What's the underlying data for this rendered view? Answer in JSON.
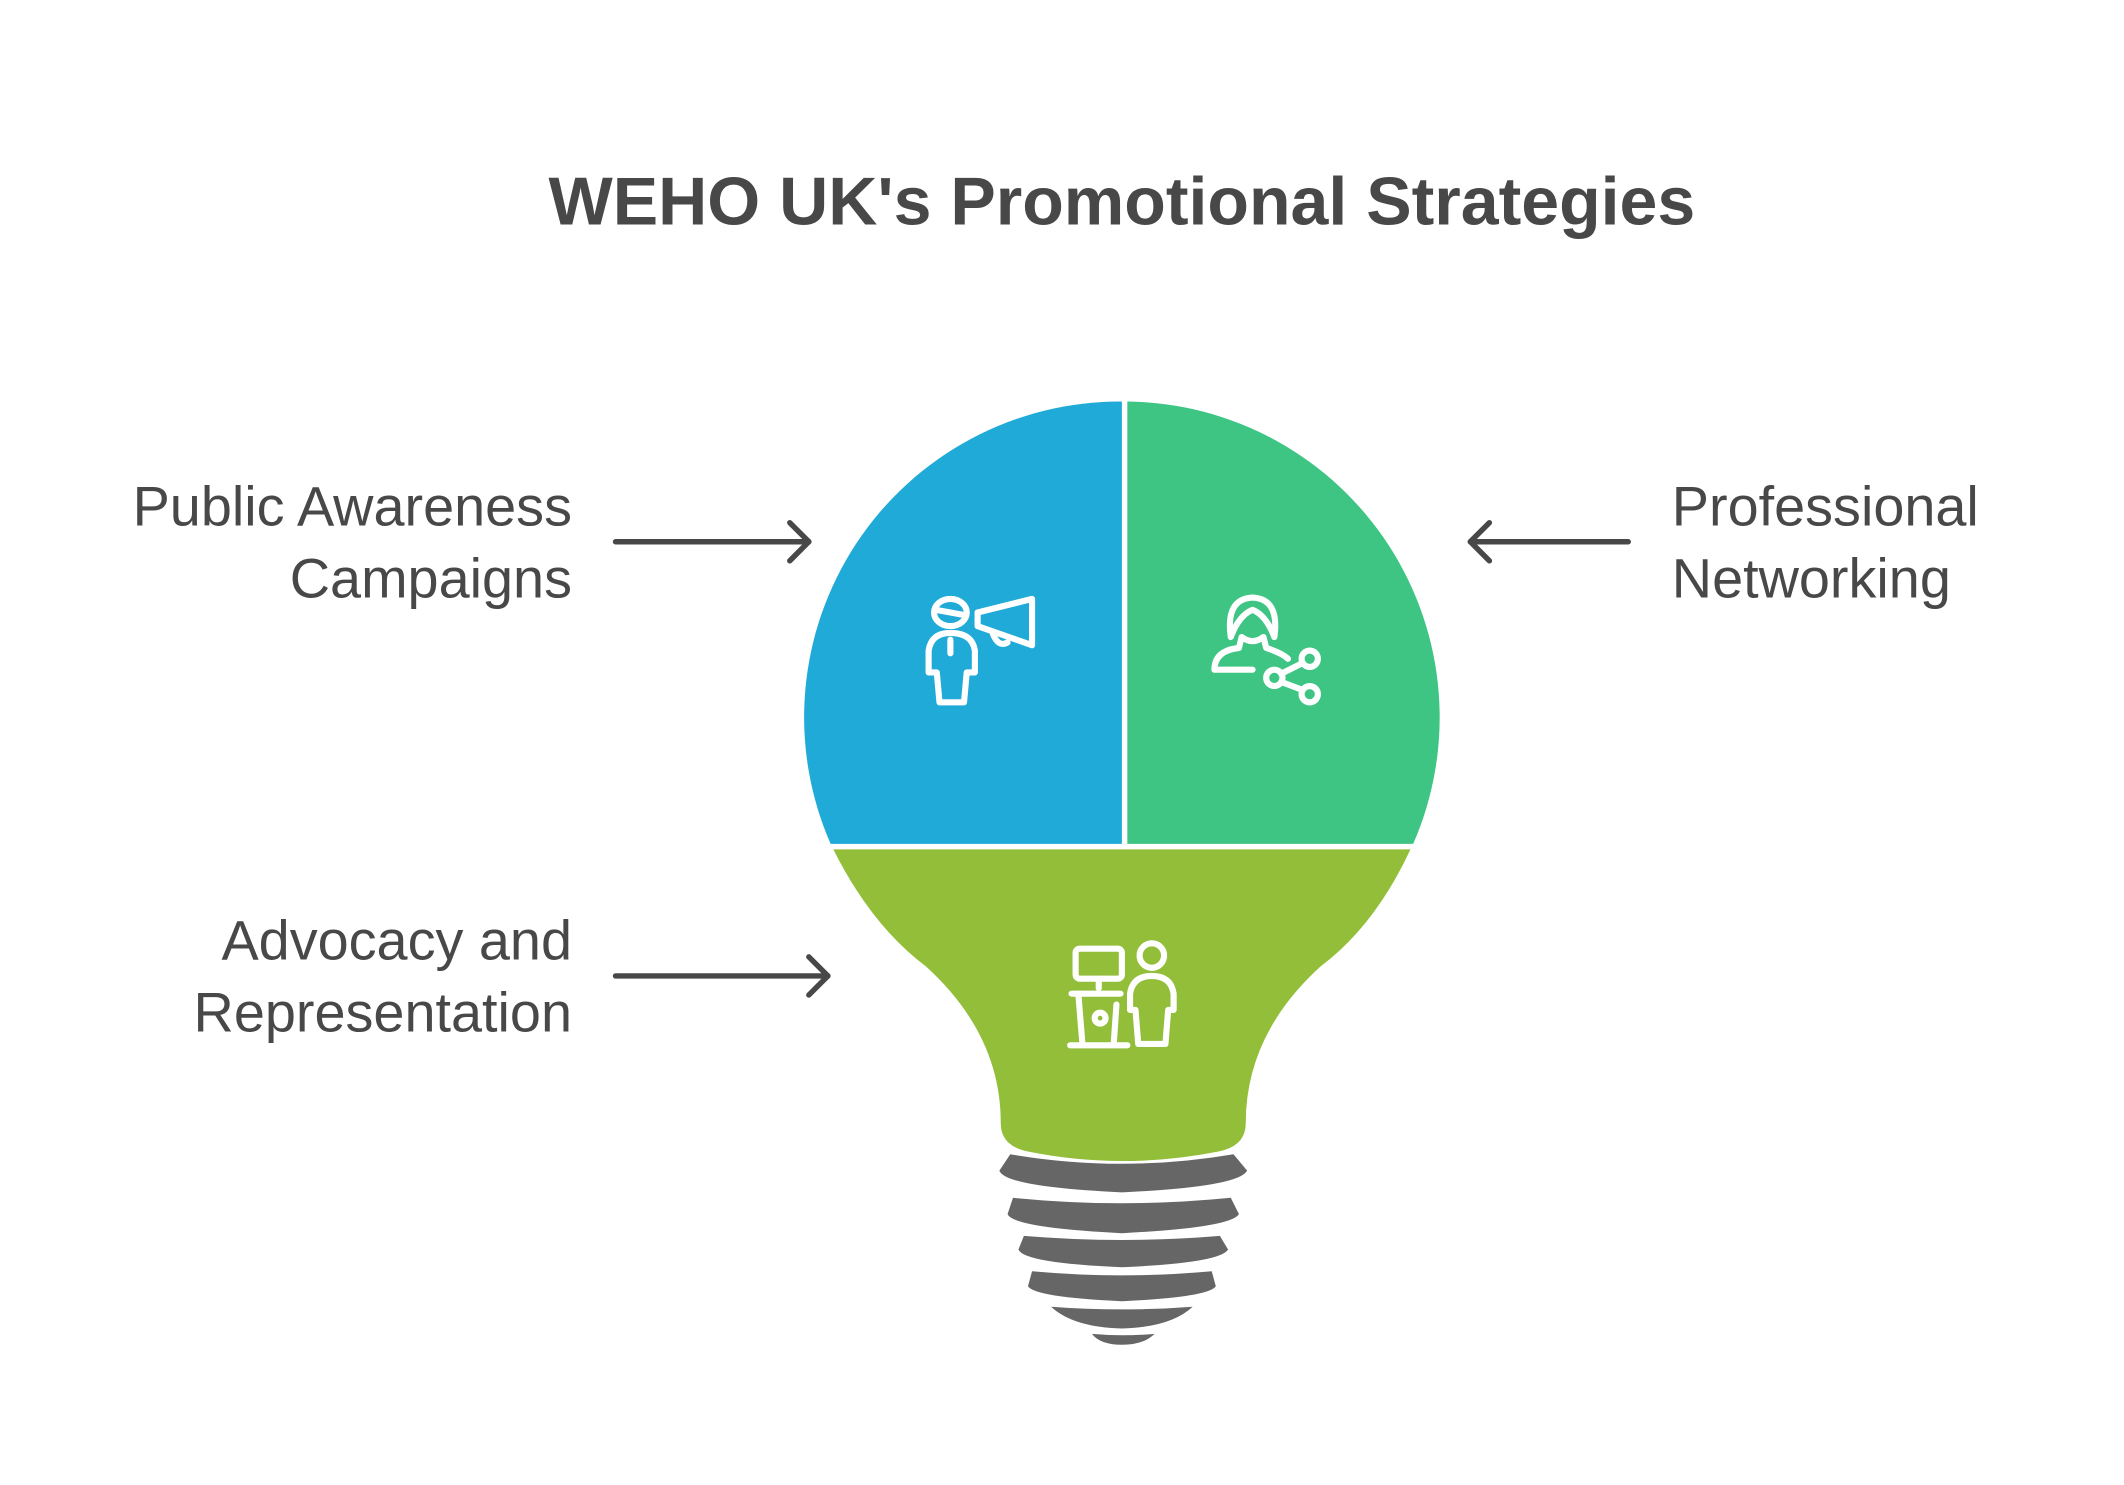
{
  "title": "WEHO UK's Promotional Strategies",
  "items": [
    {
      "line1": "Public Awareness",
      "line2": "Campaigns",
      "icon": "megaphone-person-icon"
    },
    {
      "line1": "Professional",
      "line2": "Networking",
      "icon": "person-share-icon"
    },
    {
      "line1": "Advocacy and",
      "line2": "Representation",
      "icon": "podium-speaker-icon"
    }
  ],
  "colors": {
    "blue": "#20AAD8",
    "green": "#3EC584",
    "lime": "#93BE3A",
    "base": "#666666",
    "text": "#484848"
  }
}
